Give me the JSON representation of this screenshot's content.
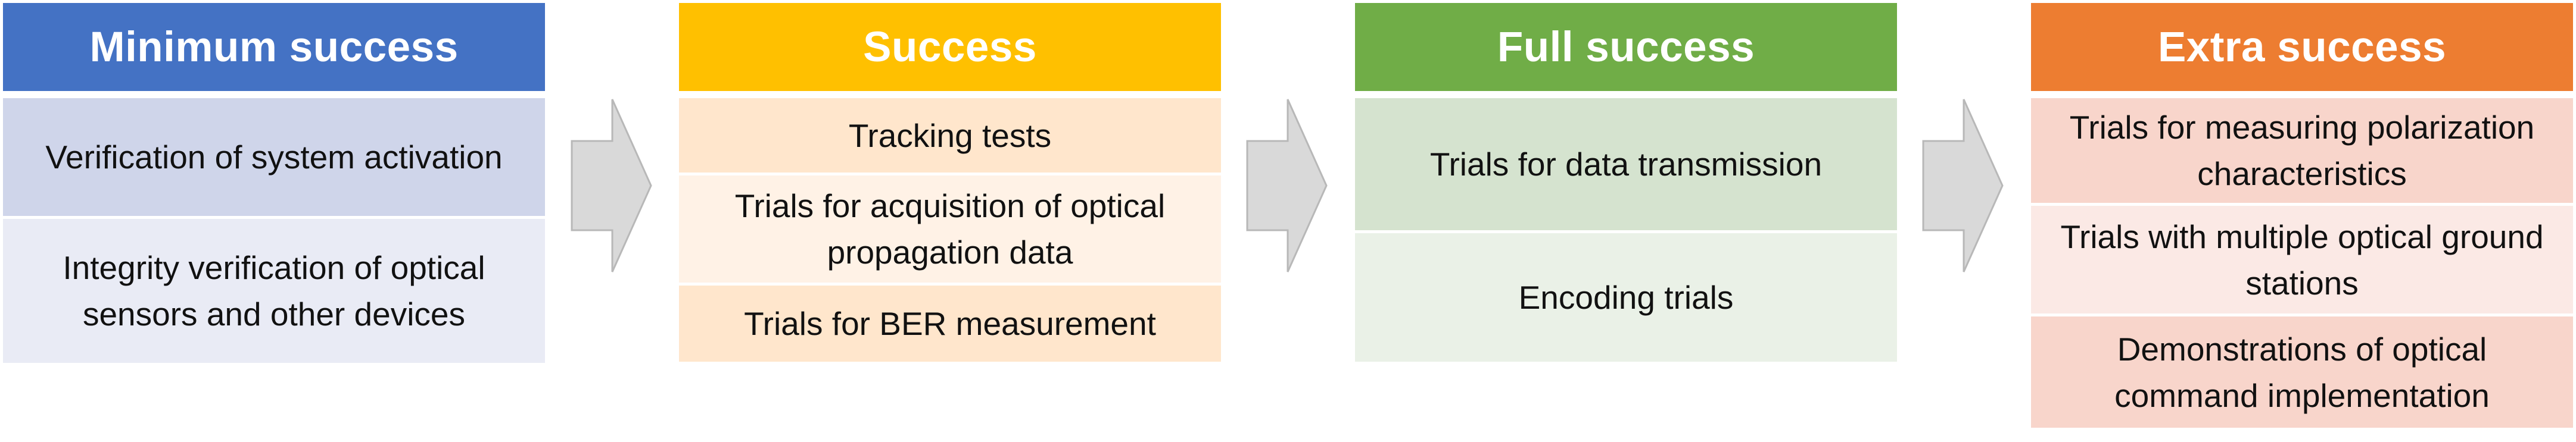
{
  "colors": {
    "blue": "#4472C4",
    "yellow": "#FFC000",
    "green": "#70AD47",
    "orange": "#ED7D31",
    "arrow": "#D9D9D9"
  },
  "stages": [
    {
      "title": "Minimum success",
      "items": [
        "Verification of system activation",
        "Integrity verification of optical sensors and other devices"
      ]
    },
    {
      "title": "Success",
      "items": [
        "Tracking tests",
        "Trials for acquisition of optical propagation data",
        "Trials for BER measurement"
      ]
    },
    {
      "title": "Full success",
      "items": [
        "Trials for data transmission",
        "Encoding trials"
      ]
    },
    {
      "title": "Extra success",
      "items": [
        "Trials for measuring polarization characteristics",
        "Trials with multiple optical ground stations",
        "Demonstrations of optical command implementation"
      ]
    }
  ]
}
